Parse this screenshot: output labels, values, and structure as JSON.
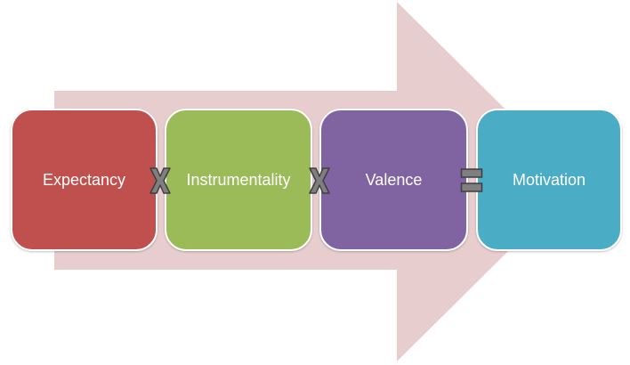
{
  "diagram": {
    "arrow_color": "#e8cdcf",
    "operator_color": "#7f7f7f",
    "boxes": [
      {
        "label": "Expectancy",
        "color": "#c0504d"
      },
      {
        "label": "Instrumentality",
        "color": "#9bbb59"
      },
      {
        "label": "Valence",
        "color": "#8064a2"
      },
      {
        "label": "Motivation",
        "color": "#4bacc6"
      }
    ],
    "operators": [
      {
        "type": "multiply"
      },
      {
        "type": "multiply"
      },
      {
        "type": "equals"
      }
    ]
  }
}
